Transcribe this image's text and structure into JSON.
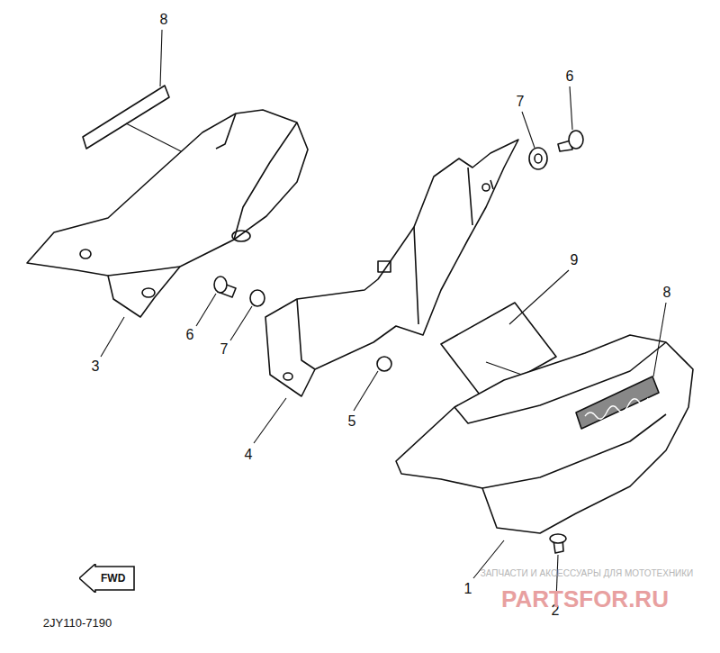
{
  "diagram": {
    "nodes": [
      {
        "text": [
          "FWD"
        ]
      }
    ],
    "edges": [],
    "labels": [
      "8",
      "6",
      "7",
      "9",
      "8",
      "3",
      "6",
      "7",
      "5",
      "4",
      "1",
      "2",
      "2JY110-7190",
      "ЗАПЧАСТИ И АКСЕССУАРЫ ДЛЯ МОТОТЕХНИКИ",
      "PARTSFOR.RU"
    ]
  }
}
